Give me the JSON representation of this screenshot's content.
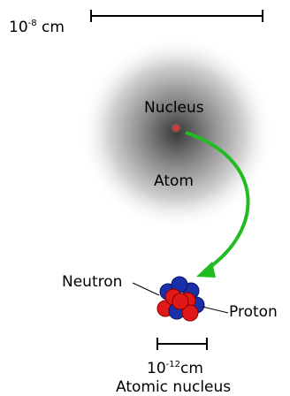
{
  "scale_top": {
    "base": "10",
    "exponent": "-8",
    "unit": "cm"
  },
  "atom": {
    "nucleus_label": "Nucleus",
    "atom_label": "Atom"
  },
  "nucleus_detail": {
    "neutron_label": "Neutron",
    "proton_label": "Proton"
  },
  "scale_bottom": {
    "base": "10",
    "exponent": "-12",
    "unit": "cm",
    "caption": "Atomic nucleus"
  },
  "colors": {
    "arrow": "#22bb22",
    "proton": "#e01818",
    "neutron": "#1a2fa8",
    "nucleus_dot": "#e53030",
    "electron_cloud": "#555555"
  }
}
